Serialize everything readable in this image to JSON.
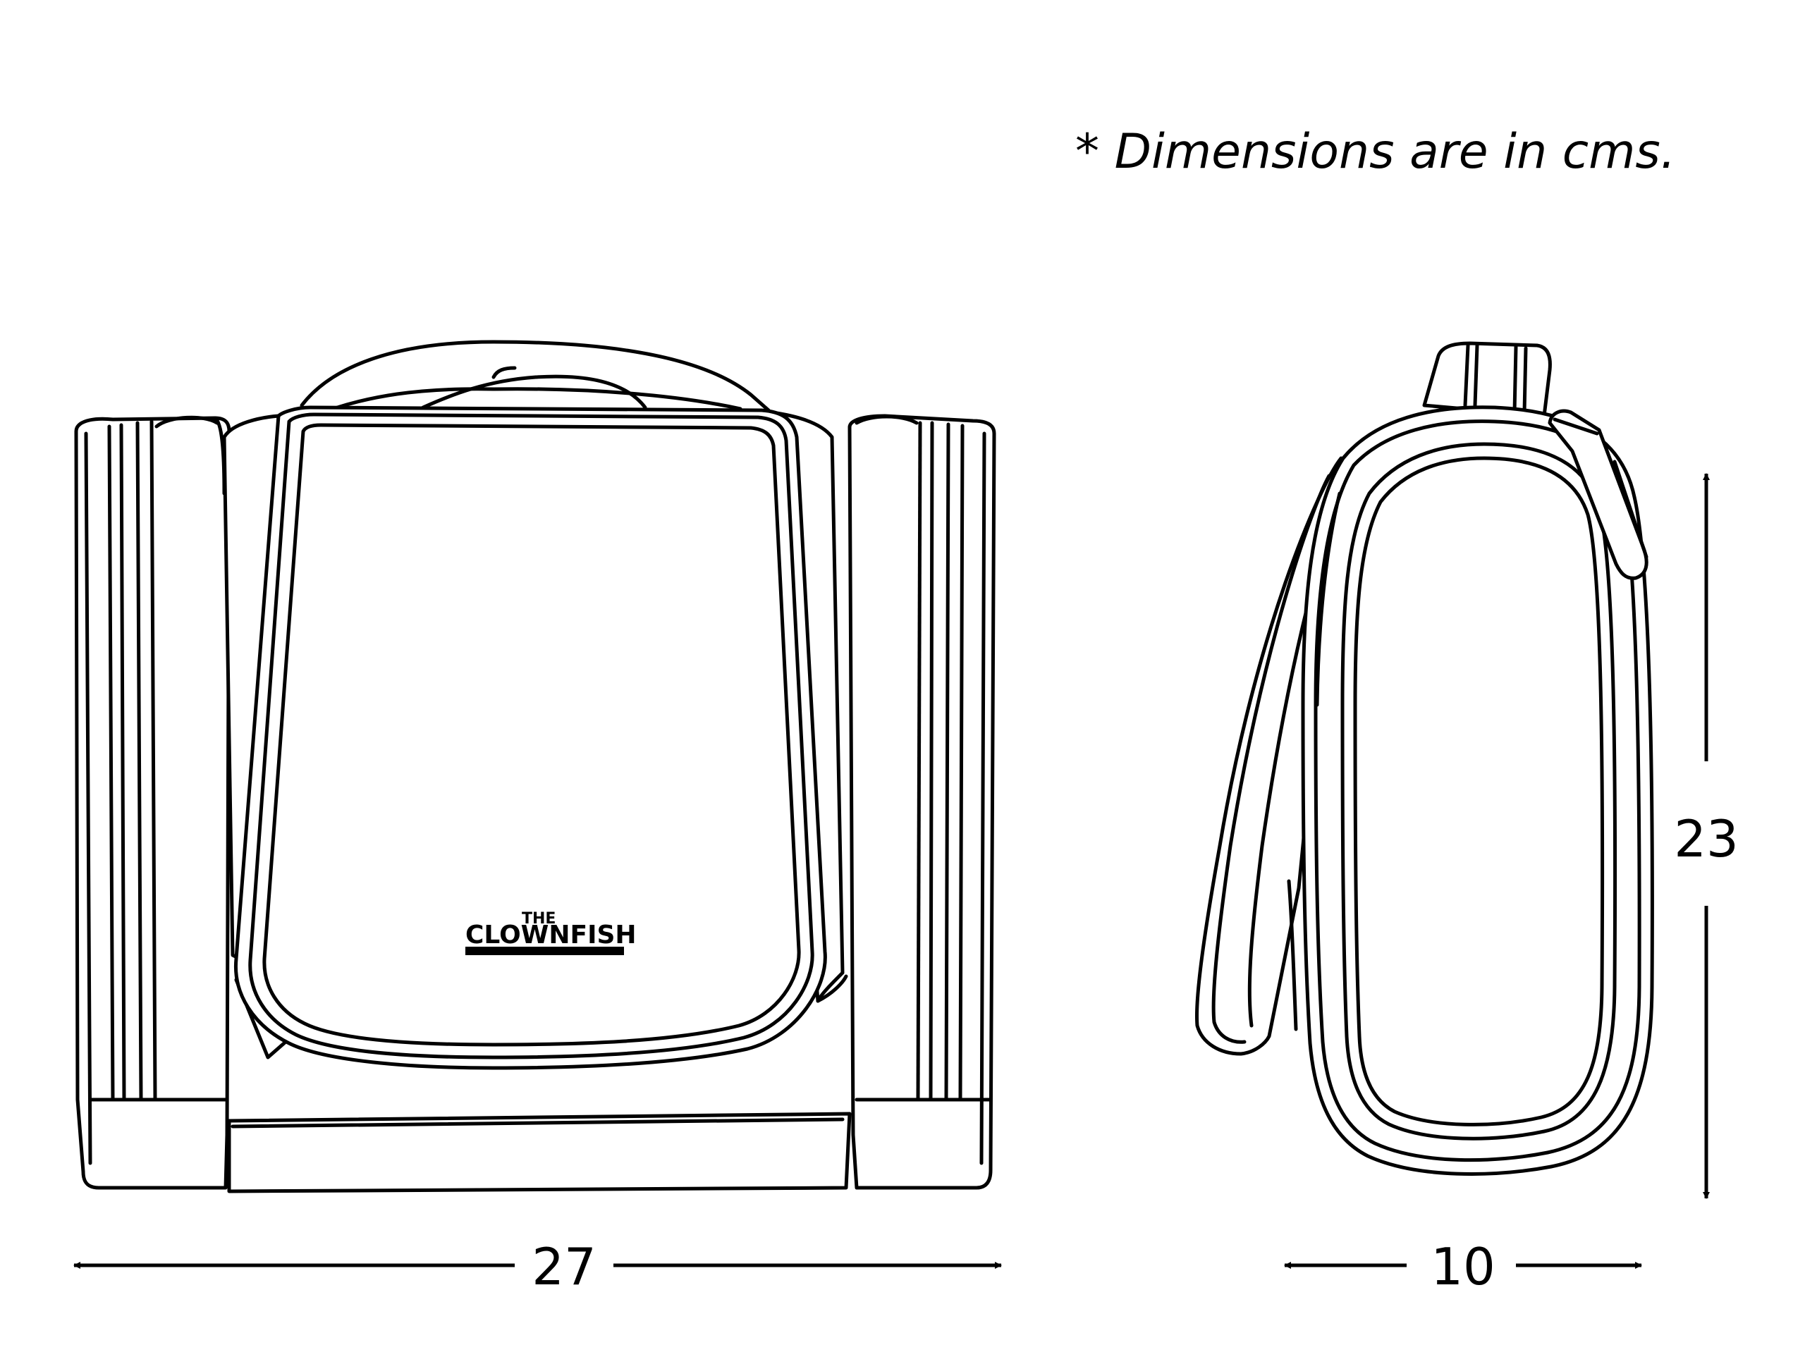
{
  "note": "* Dimensions are in cms.",
  "brand": {
    "small": "THE",
    "main": "CLOWNFISH"
  },
  "dimensions": {
    "width": "27",
    "height": "23",
    "depth": "10"
  }
}
